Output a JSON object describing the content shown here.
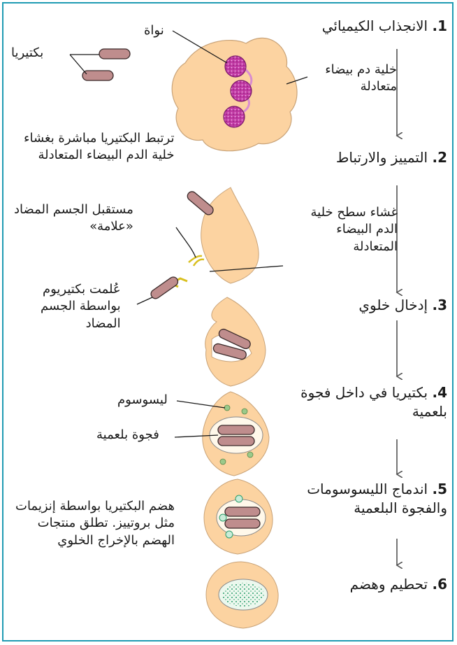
{
  "steps": [
    {
      "num": "1.",
      "text": "الانجذاب الكيميائي"
    },
    {
      "num": "2.",
      "text": "التمييز والارتباط"
    },
    {
      "num": "3.",
      "text": "إدخال خلوي"
    },
    {
      "num": "4.",
      "text": "بكتيريا في داخل فجوة",
      "text2": "بلعمية"
    },
    {
      "num": "5.",
      "text": "اندماج الليسوسومات",
      "text2": "والفجوة البلعمية"
    },
    {
      "num": "6.",
      "text": "تحطيم وهضم"
    }
  ],
  "labels": {
    "nucleus": "نواة",
    "bacteria": "بكتيريا",
    "wbc": [
      "خلية دم بيضاء",
      "متعادلة"
    ],
    "binding": [
      "ترتبط البكتيريا مباشرة بغشاء",
      "خلية الدم البيضاء المتعادلة"
    ],
    "receptor": "مستقبل الجسم المضاد",
    "marker": "«علامة»",
    "membrane": [
      "غشاء سطح خلية",
      "الدم البيضاء",
      "المتعادلة"
    ],
    "tagged": [
      "عُلمت بكتيريوم",
      "بواسطة الجسم",
      "المضاد"
    ],
    "lysosome": "ليسوسوم",
    "vacuole": "فجوة بلعمية",
    "digestion": [
      "هضم البكتيريا بواسطة إنزيمات",
      "مثل بروتييز. تطلق منتجات",
      "الهضم بالإخراج الخلوي"
    ]
  },
  "colors": {
    "frame": "#1f9bb3",
    "cell": "#fcd3a1",
    "bacterium": "#bf8d8d",
    "nucleus": "#c23aa5",
    "lysosome": "#9bc98a"
  }
}
